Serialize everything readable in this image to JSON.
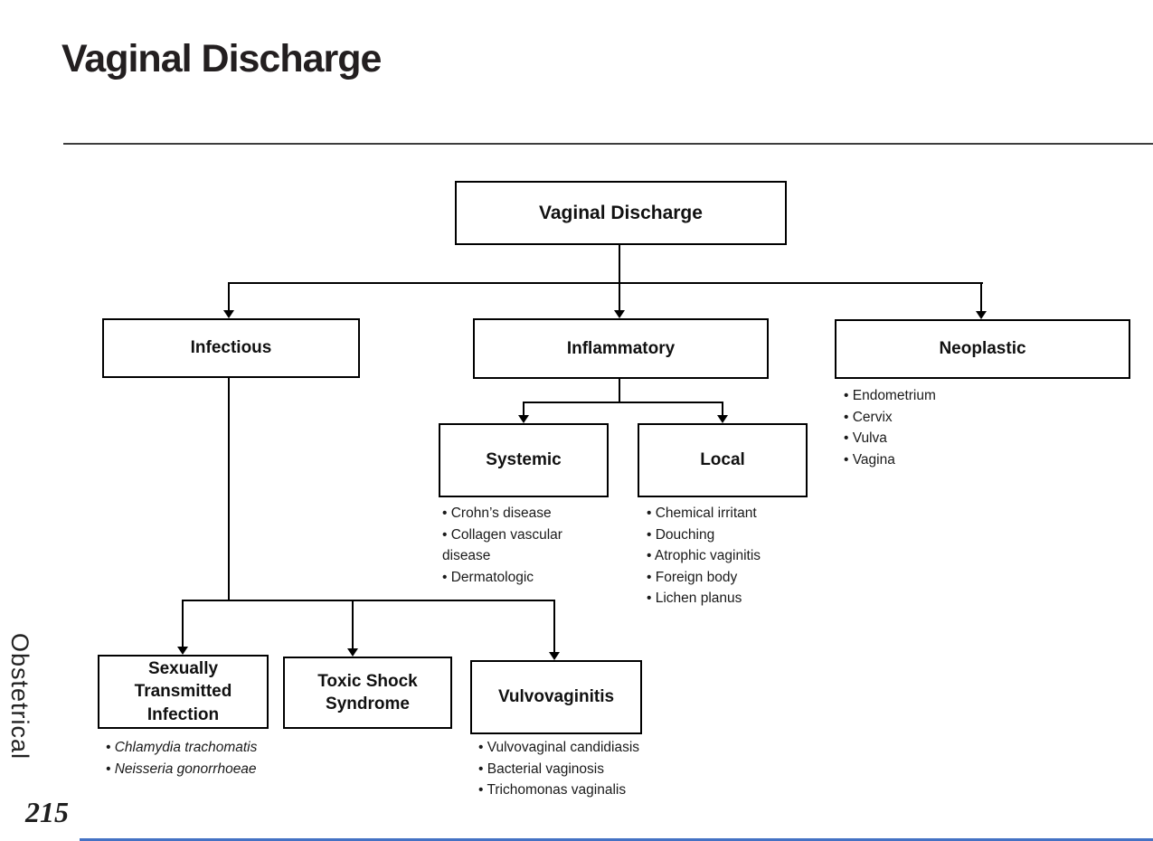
{
  "page": {
    "title": "Vaginal Discharge",
    "sidebar_label": "Obstetrical",
    "page_number": "215",
    "ink_color": "#1a1a1a",
    "line_color": "#000000",
    "accent_blue": "#4472c4"
  },
  "chart_data": {
    "type": "flowchart",
    "title": "Vaginal Discharge",
    "root": {
      "label": "Vaginal Discharge",
      "children": [
        "infectious",
        "inflammatory",
        "neoplastic"
      ]
    },
    "nodes": {
      "infectious": {
        "label": "Infectious",
        "children": [
          "sti",
          "tss",
          "vulvovaginitis"
        ]
      },
      "inflammatory": {
        "label": "Inflammatory",
        "children": [
          "systemic",
          "local"
        ]
      },
      "neoplastic": {
        "label": "Neoplastic",
        "bullets": [
          "Endometrium",
          "Cervix",
          "Vulva",
          "Vagina"
        ]
      },
      "systemic": {
        "label": "Systemic",
        "bullets": [
          "Crohn’s disease",
          "Collagen vascular disease",
          "Dermatologic"
        ]
      },
      "local": {
        "label": "Local",
        "bullets": [
          "Chemical irritant",
          "Douching",
          "Atrophic vaginitis",
          "Foreign body",
          "Lichen planus"
        ]
      },
      "sti": {
        "label": "Sexually Transmitted Infection",
        "bullets": [
          "Chlamydia trachomatis",
          "Neisseria gonorrhoeae"
        ],
        "bullets_italic": true
      },
      "tss": {
        "label": "Toxic Shock Syndrome"
      },
      "vulvovaginitis": {
        "label": "Vulvovaginitis",
        "bullets": [
          "Vulvovaginal candidiasis",
          "Bacterial vaginosis",
          "Trichomonas vaginalis"
        ]
      }
    }
  }
}
